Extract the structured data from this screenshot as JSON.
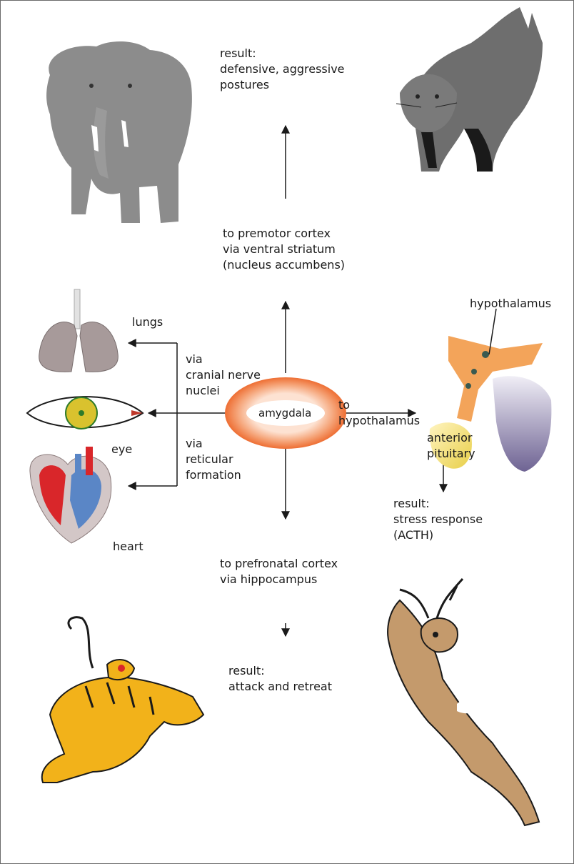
{
  "labels": {
    "top_result": [
      "result:",
      "defensive, aggressive",
      "postures"
    ],
    "premotor": [
      "to premotor cortex",
      "via ventral striatum",
      "(nucleus accumbens)"
    ],
    "lungs": "lungs",
    "eye": "eye",
    "heart": "heart",
    "via_cranial": [
      "via",
      "cranial nerve",
      "nuclei"
    ],
    "via_reticular": [
      "via",
      "reticular",
      "formation"
    ],
    "amygdala": "amygdala",
    "to_hypothalamus": [
      "to",
      "hypothalamus"
    ],
    "hypothalamus": "hypothalamus",
    "anterior_pituitary": [
      "anterior",
      "pituitary"
    ],
    "stress_result": [
      "result:",
      "stress response",
      "(ACTH)"
    ],
    "prefrontal": [
      "to prefronatal cortex",
      "via hippocampus"
    ],
    "bottom_result": [
      "result:",
      "attack and retreat"
    ]
  },
  "colors": {
    "amygdala_outer": "#f07a40",
    "amygdala_inner": "#fde2d2",
    "arrow": "#1a1a1a",
    "elephant": "#8c8c8c",
    "cat": "#6e6e6e",
    "lung": "#a79a9a",
    "eye_iris": "#d9c22e",
    "heart_red": "#d9262a",
    "heart_blue": "#5a86c6",
    "hypothalamus": "#f3a45a",
    "pituitary": "#f2dc6a",
    "tiger": "#f2b21a",
    "deer": "#c49a6c"
  },
  "icons": [
    "elephant-icon",
    "cat-icon",
    "lungs-icon",
    "eye-icon",
    "heart-icon",
    "brain-icon",
    "tiger-icon",
    "deer-icon"
  ]
}
